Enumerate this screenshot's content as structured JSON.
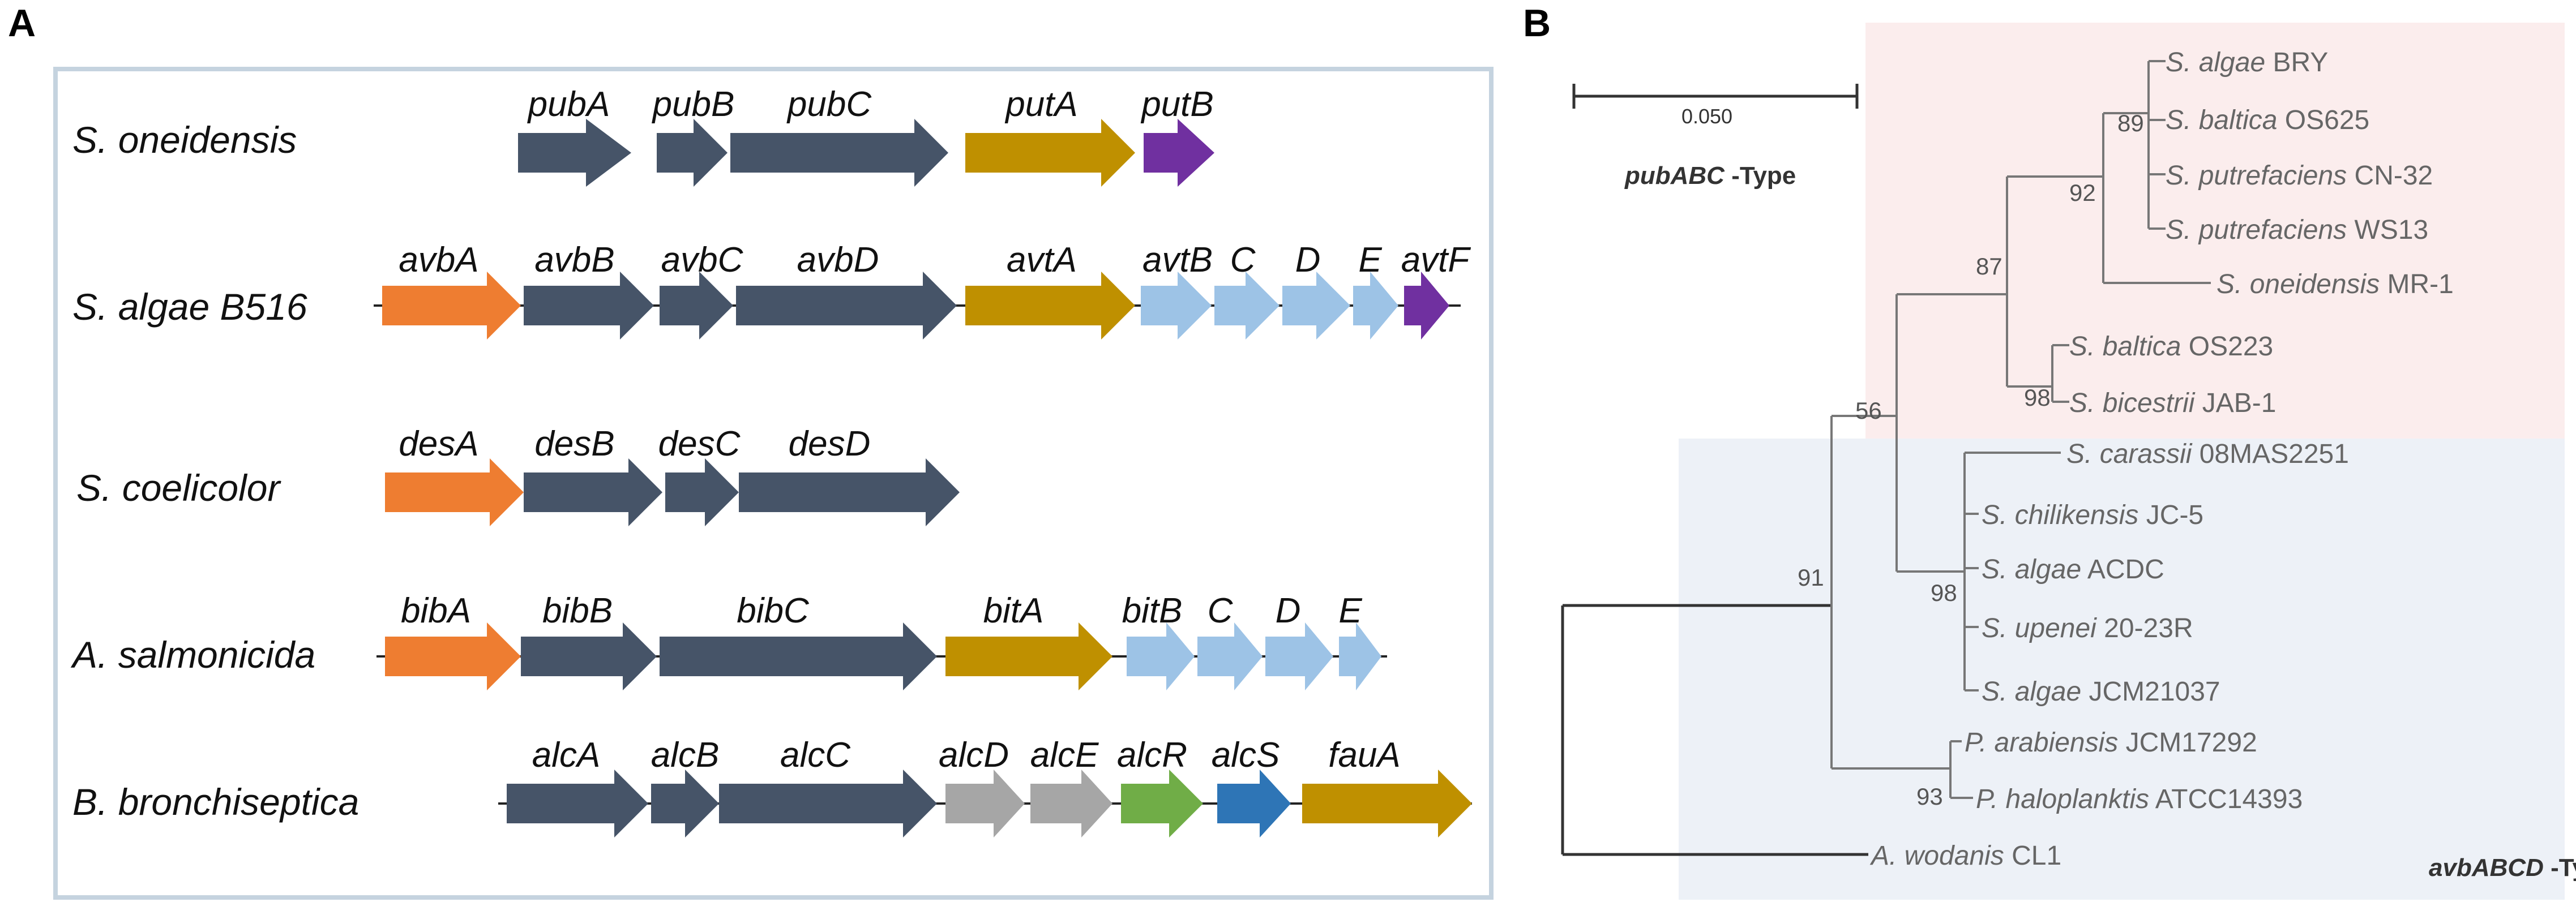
{
  "panels": {
    "a": "A",
    "b": "B"
  },
  "gene_colors": {
    "navy": "#465468",
    "orange": "#EE7D31",
    "gold": "#BF9000",
    "purple": "#7030A0",
    "lightblue": "#9DC3E6",
    "gray": "#A6A6A6",
    "green": "#70AD47",
    "blue": "#2E75B6"
  },
  "clusters": [
    {
      "organism": "S. oneidensis",
      "genes": [
        {
          "name": "pubA",
          "color": "navy"
        },
        {
          "name": "pubB",
          "color": "navy"
        },
        {
          "name": "pubC",
          "color": "navy"
        },
        {
          "name": "putA",
          "color": "gold"
        },
        {
          "name": "putB",
          "color": "purple"
        }
      ]
    },
    {
      "organism": "S. algae B516",
      "genes": [
        {
          "name": "avbA",
          "color": "orange"
        },
        {
          "name": "avbB",
          "color": "navy"
        },
        {
          "name": "avbC",
          "color": "navy"
        },
        {
          "name": "avbD",
          "color": "navy"
        },
        {
          "name": "avtA",
          "color": "gold"
        },
        {
          "name": "avtB",
          "color": "lightblue"
        },
        {
          "name": "C",
          "color": "lightblue"
        },
        {
          "name": "D",
          "color": "lightblue"
        },
        {
          "name": "E",
          "color": "lightblue"
        },
        {
          "name": "avtF",
          "color": "purple"
        }
      ]
    },
    {
      "organism": "S. coelicolor",
      "genes": [
        {
          "name": "desA",
          "color": "orange"
        },
        {
          "name": "desB",
          "color": "navy"
        },
        {
          "name": "desC",
          "color": "navy"
        },
        {
          "name": "desD",
          "color": "navy"
        }
      ]
    },
    {
      "organism": "A. salmonicida",
      "genes": [
        {
          "name": "bibA",
          "color": "orange"
        },
        {
          "name": "bibB",
          "color": "navy"
        },
        {
          "name": "bibC",
          "color": "navy"
        },
        {
          "name": "bitA",
          "color": "gold"
        },
        {
          "name": "bitB",
          "color": "lightblue"
        },
        {
          "name": "C",
          "color": "lightblue"
        },
        {
          "name": "D",
          "color": "lightblue"
        },
        {
          "name": "E",
          "color": "lightblue"
        }
      ]
    },
    {
      "organism": "B. bronchiseptica",
      "genes": [
        {
          "name": "alcA",
          "color": "navy"
        },
        {
          "name": "alcB",
          "color": "navy"
        },
        {
          "name": "alcC",
          "color": "navy"
        },
        {
          "name": "alcD",
          "color": "gray"
        },
        {
          "name": "alcE",
          "color": "gray"
        },
        {
          "name": "alcR",
          "color": "green"
        },
        {
          "name": "alcS",
          "color": "blue"
        },
        {
          "name": "fauA",
          "color": "gold"
        }
      ]
    }
  ],
  "tree": {
    "scale_label": "0.050",
    "types": {
      "pub": {
        "italic": "pubABC",
        "suffix": " -Type"
      },
      "avb": {
        "italic": "avbABCD",
        "suffix": " -Type"
      }
    },
    "region_colors": {
      "pub": "#FBEDED",
      "avb": "#EDF1F7"
    },
    "taxa": [
      {
        "genus": "S. algae",
        "strain": "BRY"
      },
      {
        "genus": "S. baltica",
        "strain": "OS625"
      },
      {
        "genus": "S. putrefaciens",
        "strain": "CN-32"
      },
      {
        "genus": "S. putrefaciens",
        "strain": "WS13"
      },
      {
        "genus": "S. oneidensis",
        "strain": "MR-1"
      },
      {
        "genus": "S. baltica",
        "strain": "OS223"
      },
      {
        "genus": "S. bicestrii",
        "strain": "JAB-1"
      },
      {
        "genus": "S. carassii",
        "strain": "08MAS2251"
      },
      {
        "genus": "S. chilikensis",
        "strain": "JC-5"
      },
      {
        "genus": "S. algae",
        "strain": "ACDC"
      },
      {
        "genus": "S. upenei",
        "strain": "20-23R"
      },
      {
        "genus": "S. algae",
        "strain": "JCM21037"
      },
      {
        "genus": "P. arabiensis",
        "strain": "JCM17292"
      },
      {
        "genus": "P. haloplanktis",
        "strain": "ATCC14393"
      },
      {
        "genus": "A. wodanis",
        "strain": "CL1"
      }
    ],
    "bootstraps": [
      "89",
      "92",
      "87",
      "98",
      "56",
      "98",
      "91",
      "93"
    ]
  }
}
